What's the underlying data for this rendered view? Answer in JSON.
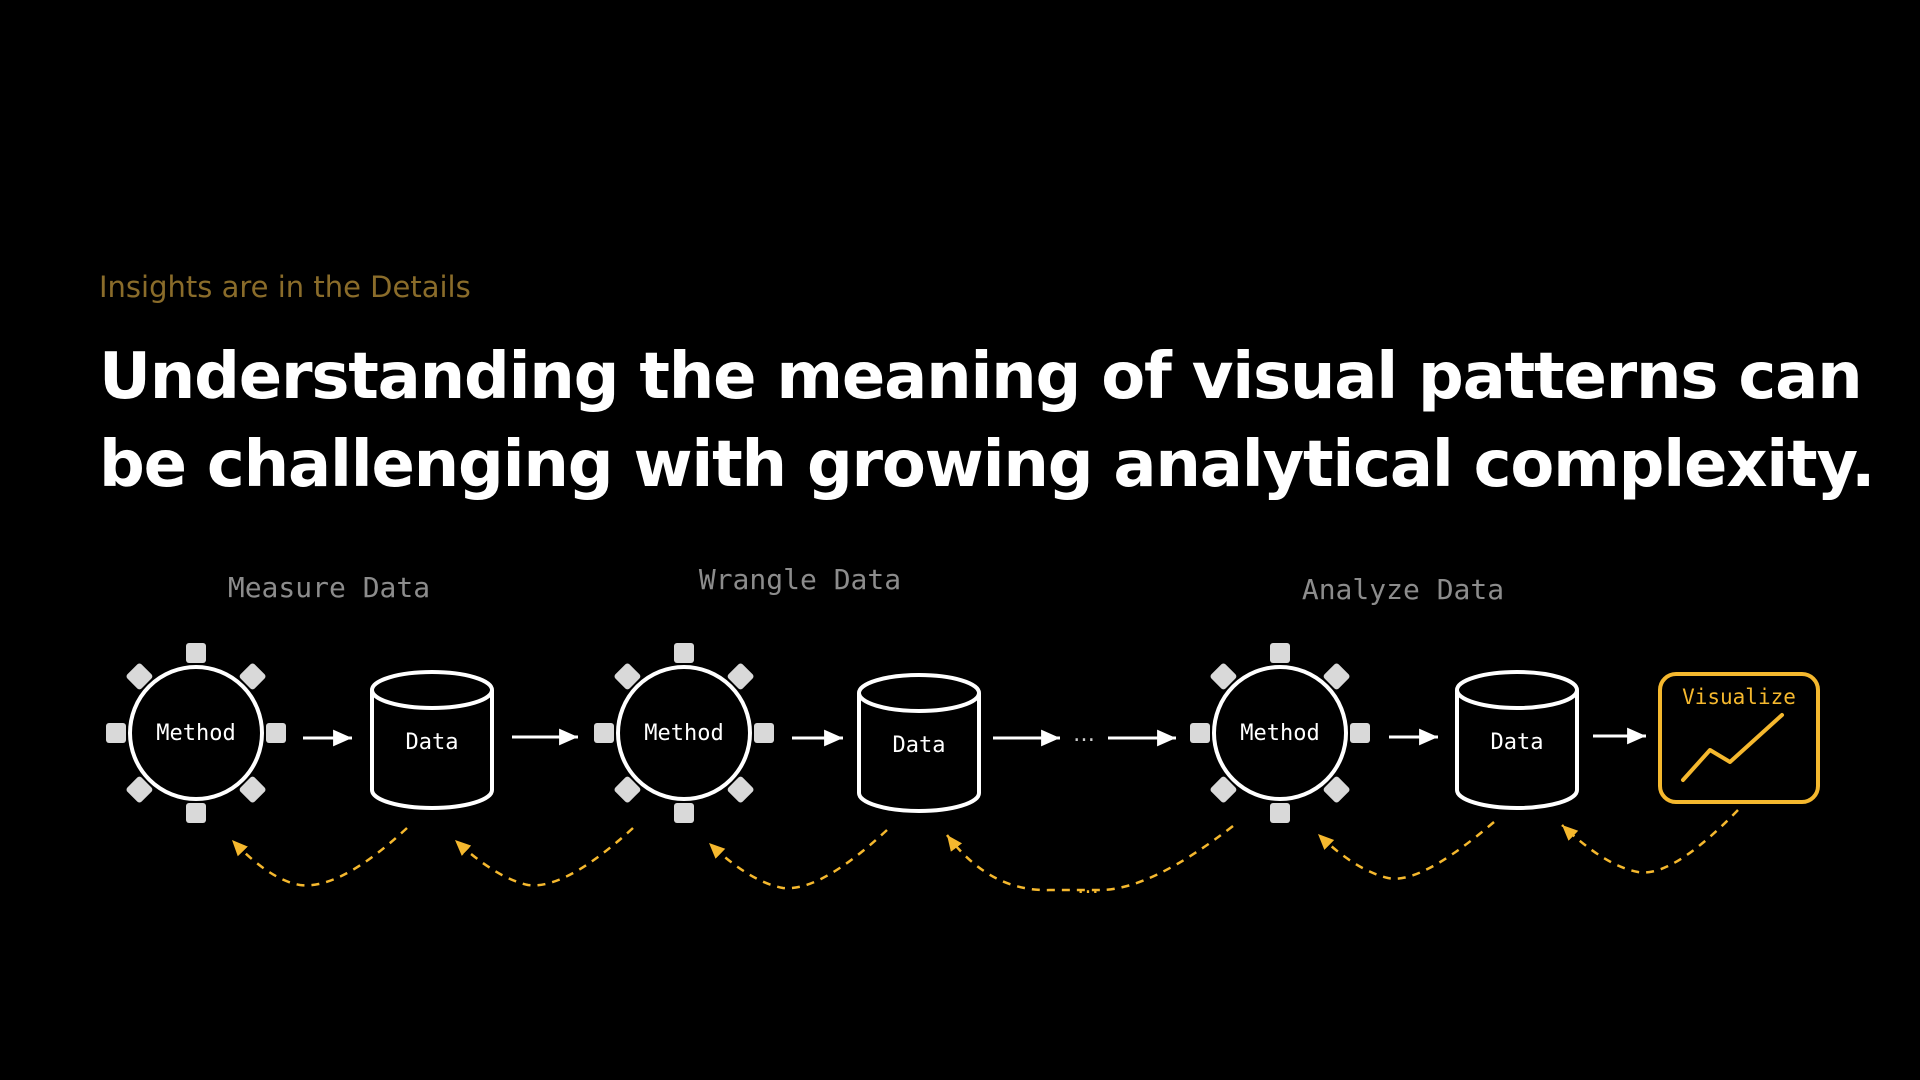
{
  "slide": {
    "eyebrow": "Insights are in the Details",
    "headline_line1": "Understanding the meaning of visual patterns can",
    "headline_line2": "be challenging with growing analytical complexity."
  },
  "stages": {
    "measure": "Measure Data",
    "wrangle": "Wrangle Data",
    "analyze": "Analyze Data"
  },
  "nodes": {
    "method_1": "Method",
    "data_1": "Data",
    "method_2": "Method",
    "data_2": "Data",
    "method_3": "Method",
    "data_3": "Data",
    "visualize": "Visualize"
  },
  "ellipsis": {
    "forward": "…",
    "feedback": "…"
  },
  "colors": {
    "background": "#000000",
    "headline": "#ffffff",
    "eyebrow": "#8a6c2a",
    "stage_label": "#8c8c8c",
    "node_stroke": "#ffffff",
    "accent": "#f5b82e"
  },
  "icons": [
    "gear-icon",
    "database-cylinder-icon",
    "arrow-right-icon",
    "trend-line-icon"
  ]
}
